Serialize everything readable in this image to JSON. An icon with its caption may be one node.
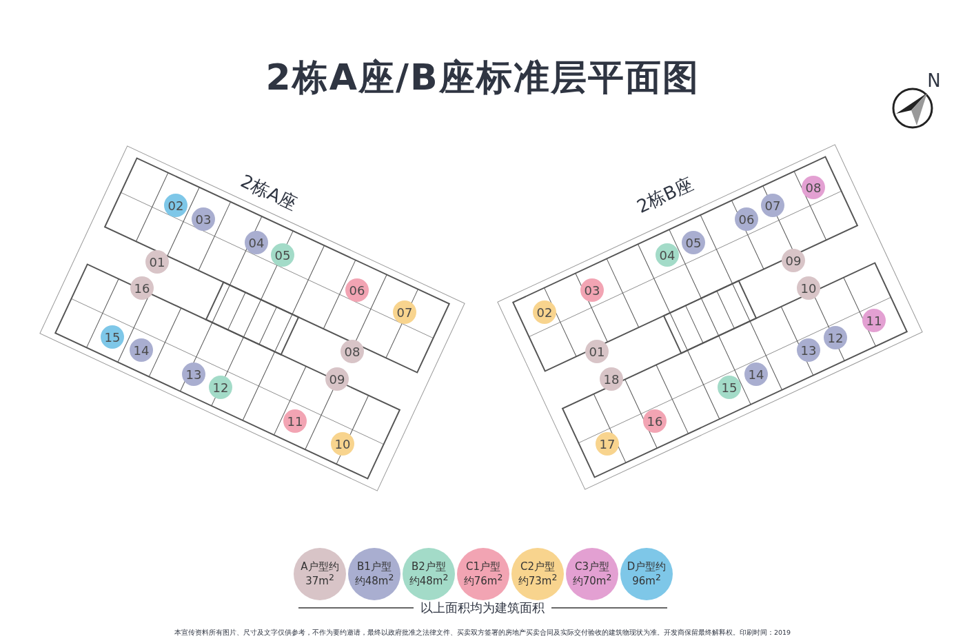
{
  "diagram": {
    "title": "2栋A座/B座标准层平面图",
    "labels": [
      "N",
      "2栋A座",
      "01",
      "02",
      "03",
      "04",
      "05",
      "06",
      "07",
      "08",
      "09",
      "10",
      "11",
      "12",
      "13",
      "14",
      "15",
      "16",
      "2栋B座",
      "01",
      "02",
      "03",
      "04",
      "05",
      "06",
      "07",
      "08",
      "09",
      "10",
      "11",
      "12",
      "13",
      "14",
      "15",
      "16",
      "17",
      "18",
      "以上面积均为建筑面积",
      "本宣传资料所有图片、尺寸及文字仅供参考，不作为要约邀请，最终以政府批准之法律文件、买卖双方签署的房地产买卖合同及实际交付验收的建筑物现状为准。开发商保留最终解释权。印刷时间：2019"
    ],
    "legend": [
      {
        "text": "A户型约37m$^{2}$",
        "color": "#d8c4c7"
      },
      {
        "text": "B1户型约48m$^{2}$",
        "color": "#a9aed0"
      },
      {
        "text": "B2户型约48m$^{2}$",
        "color": "#a3dbc8"
      },
      {
        "text": "C1户型约76m$^{2}$",
        "color": "#f2a4b3"
      },
      {
        "text": "C2户型约73m$^{2}$",
        "color": "#f8d48e"
      },
      {
        "text": "C3户型约70m$^{2}$",
        "color": "#e3a0d2"
      },
      {
        "text": "D户型约96m$^{2}$",
        "color": "#7ec7e8"
      }
    ]
  }
}
